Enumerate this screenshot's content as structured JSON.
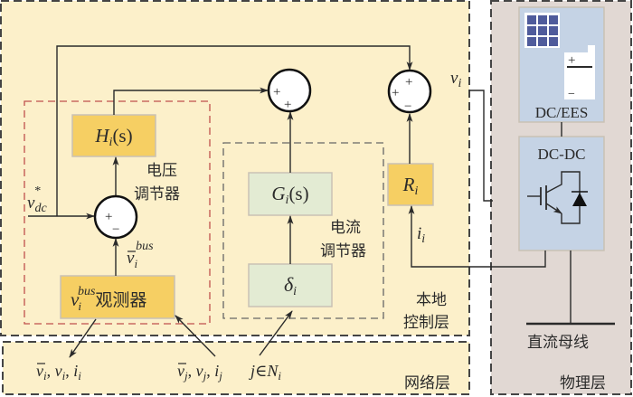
{
  "colors": {
    "local_layer_bg": "#FCF0CA",
    "network_layer_bg": "#FCF0CA",
    "physical_layer_bg": "#E1D8D3",
    "orange_block": "#F6CF63",
    "green_block": "#E3EBD3",
    "blue_block": "#C5D3E5",
    "block_border": "#C9C1B4",
    "voltage_regulator_border": "#C0504D",
    "dashed_border": "#555555",
    "icon_blue": "#4F5B9B",
    "line": "#2a2a2a"
  },
  "layers": {
    "local": {
      "label_line1": "本地",
      "label_line2": "控制层"
    },
    "network": {
      "label": "网络层"
    },
    "physical": {
      "label": "物理层"
    }
  },
  "voltage_regulator": {
    "label_line1": "电压",
    "label_line2": "调节器",
    "Hi_block": {
      "main": "H",
      "sub": "i",
      "tail": "(s)"
    },
    "observer_block": {
      "main": "v",
      "sub": "i",
      "sup": "bus",
      "suffix": "观测器"
    },
    "observer_output": {
      "main": "v",
      "sub": "i",
      "sup": "bus",
      "bar": true
    }
  },
  "current_regulator": {
    "label_line1": "电流",
    "label_line2": "调节器",
    "Gi_block": {
      "main": "G",
      "sub": "i",
      "tail": "(s)"
    },
    "delta_block": {
      "main": "δ",
      "sub": "i"
    }
  },
  "Ri_block": {
    "main": "R",
    "sub": "i"
  },
  "signals": {
    "vdc_ref": {
      "main": "v",
      "sub": "dc",
      "sup": "*"
    },
    "vi": {
      "main": "v",
      "sub": "i"
    },
    "ii": {
      "main": "i",
      "sub": "i"
    }
  },
  "summing_junctions": {
    "sj1": {
      "signs": [
        "+",
        "−"
      ]
    },
    "sj2": {
      "signs": [
        "+",
        "+"
      ]
    },
    "sj3": {
      "signs": [
        "+",
        "+",
        "−"
      ]
    }
  },
  "network_signals": {
    "outgoing": "v̄i, vi, ii",
    "outgoing_parts": [
      {
        "main": "v",
        "sub": "i",
        "bar": true
      },
      {
        "main": "v",
        "sub": "i"
      },
      {
        "main": "i",
        "sub": "i"
      }
    ],
    "incoming": "v̄j, vj, ij",
    "incoming_parts": [
      {
        "main": "v",
        "sub": "j",
        "bar": true
      },
      {
        "main": "v",
        "sub": "j"
      },
      {
        "main": "i",
        "sub": "j"
      }
    ],
    "neighbor_set": {
      "main": "j∈N",
      "sub": "i"
    }
  },
  "physical": {
    "ees_box_label": "DC/EES",
    "dcdc_box_label": "DC-DC",
    "bus_label": "直流母线",
    "battery_plus": "+",
    "battery_minus": "−",
    "icons": [
      "solar-panel-icon",
      "battery-icon",
      "igbt-icon",
      "diode-icon"
    ]
  }
}
